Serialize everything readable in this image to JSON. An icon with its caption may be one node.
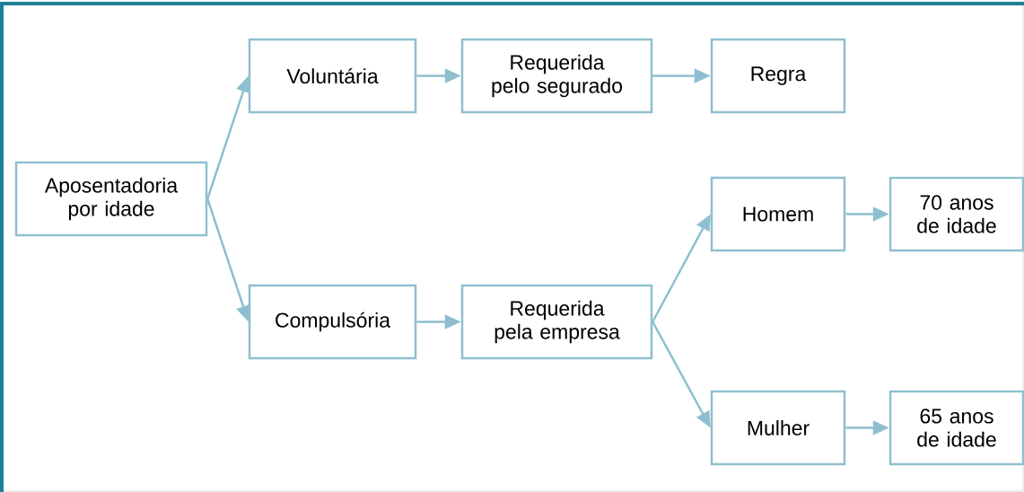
{
  "diagram": {
    "nodes": [
      {
        "text": [
          "Aposentadoria por idade"
        ]
      },
      {
        "text": [
          "Voluntária"
        ]
      },
      {
        "text": [
          "Requerida pelo segurado"
        ]
      },
      {
        "text": [
          "Regra"
        ]
      },
      {
        "text": [
          "Compulsória"
        ]
      },
      {
        "text": [
          "Requerida pela empresa"
        ]
      },
      {
        "text": [
          "Homem"
        ]
      },
      {
        "text": [
          "70 anos de idade"
        ]
      },
      {
        "text": [
          "Mulher"
        ]
      },
      {
        "text": [
          "65 anos de idade"
        ]
      }
    ],
    "edges": [
      {
        "from": 0,
        "to": 1,
        "arrow": "to"
      },
      {
        "from": 0,
        "to": 4,
        "arrow": "to"
      },
      {
        "from": 1,
        "to": 2,
        "arrow": "to"
      },
      {
        "from": 2,
        "to": 3,
        "arrow": "to"
      },
      {
        "from": 4,
        "to": 5,
        "arrow": "to"
      },
      {
        "from": 5,
        "to": 6,
        "arrow": "to"
      },
      {
        "from": 5,
        "to": 8,
        "arrow": "to"
      },
      {
        "from": 6,
        "to": 7,
        "arrow": "to"
      },
      {
        "from": 8,
        "to": 9,
        "arrow": "to"
      }
    ]
  }
}
